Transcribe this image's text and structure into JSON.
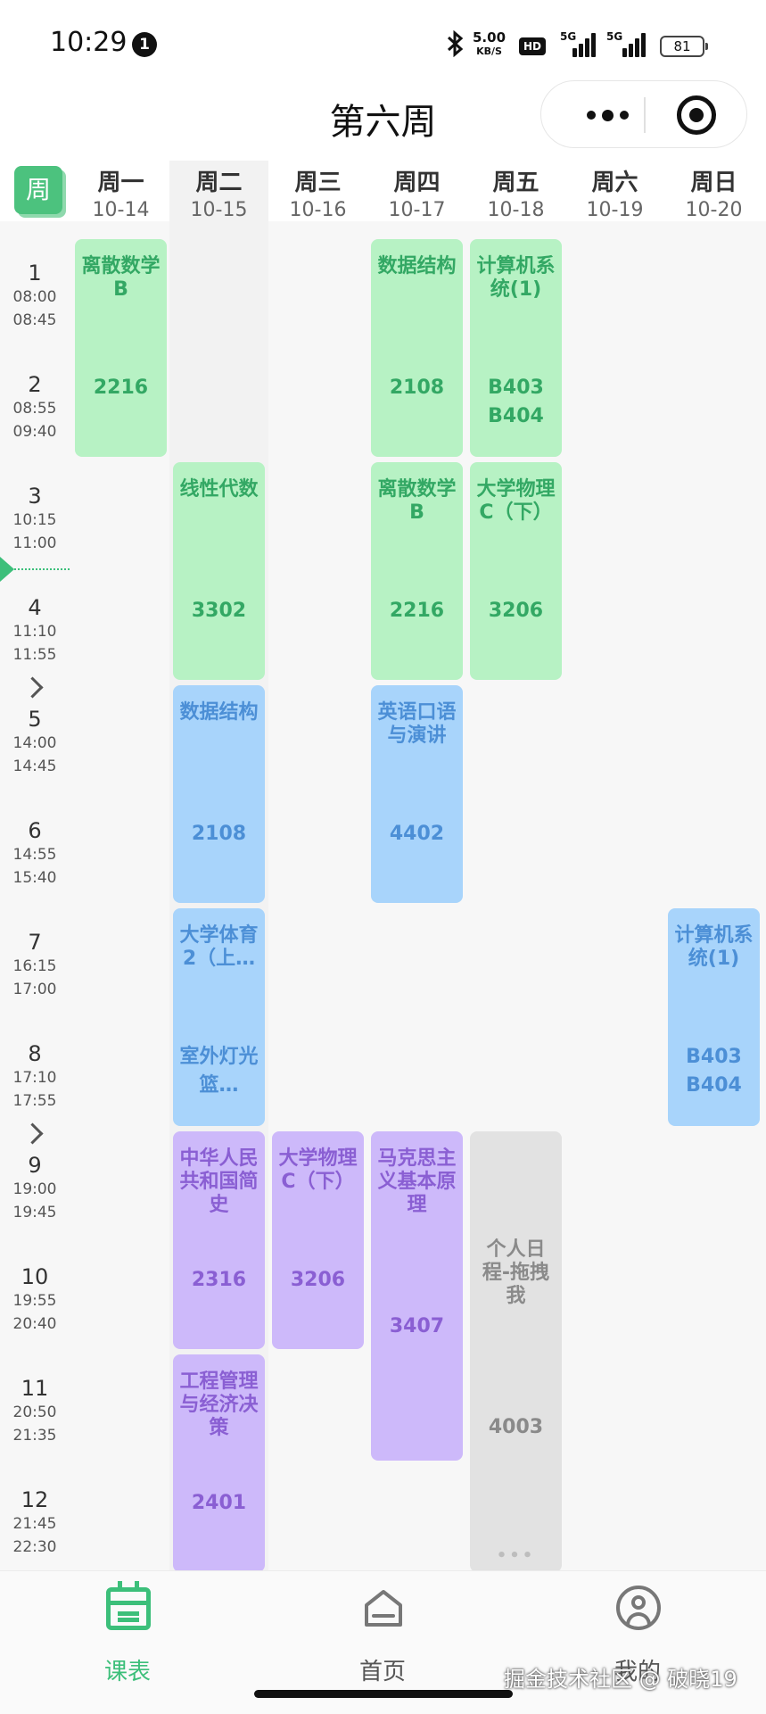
{
  "status_bar": {
    "time": "10:29",
    "notification_count": "1",
    "net_speed_value": "5.00",
    "net_speed_unit": "KB/S",
    "hd_label": "HD",
    "signal_label_1": "5G",
    "signal_label_2": "5G",
    "battery": "81"
  },
  "header": {
    "title": "第六周"
  },
  "week_button": "周",
  "days": [
    {
      "day": "周一",
      "date": "10-14"
    },
    {
      "day": "周二",
      "date": "10-15"
    },
    {
      "day": "周三",
      "date": "10-16"
    },
    {
      "day": "周四",
      "date": "10-17"
    },
    {
      "day": "周五",
      "date": "10-18"
    },
    {
      "day": "周六",
      "date": "10-19"
    },
    {
      "day": "周日",
      "date": "10-20"
    }
  ],
  "periods": [
    {
      "n": "1",
      "start": "08:00",
      "end": "08:45"
    },
    {
      "n": "2",
      "start": "08:55",
      "end": "09:40"
    },
    {
      "n": "3",
      "start": "10:15",
      "end": "11:00"
    },
    {
      "n": "4",
      "start": "11:10",
      "end": "11:55"
    },
    {
      "n": "5",
      "start": "14:00",
      "end": "14:45"
    },
    {
      "n": "6",
      "start": "14:55",
      "end": "15:40"
    },
    {
      "n": "7",
      "start": "16:15",
      "end": "17:00"
    },
    {
      "n": "8",
      "start": "17:10",
      "end": "17:55"
    },
    {
      "n": "9",
      "start": "19:00",
      "end": "19:45"
    },
    {
      "n": "10",
      "start": "19:55",
      "end": "20:40"
    },
    {
      "n": "11",
      "start": "20:50",
      "end": "21:35"
    },
    {
      "n": "12",
      "start": "21:45",
      "end": "22:30"
    }
  ],
  "courses": [
    {
      "day": 1,
      "start": 1,
      "span": 2,
      "color": "green",
      "name": "离散数学B",
      "room": "2216"
    },
    {
      "day": 4,
      "start": 1,
      "span": 2,
      "color": "green",
      "name": "数据结构",
      "room": "2108"
    },
    {
      "day": 5,
      "start": 1,
      "span": 2,
      "color": "green",
      "name": "计算机系统(1)",
      "room": "B403 B404"
    },
    {
      "day": 2,
      "start": 3,
      "span": 2,
      "color": "green",
      "name": "线性代数",
      "room": "3302"
    },
    {
      "day": 4,
      "start": 3,
      "span": 2,
      "color": "green",
      "name": "离散数学B",
      "room": "2216"
    },
    {
      "day": 5,
      "start": 3,
      "span": 2,
      "color": "green",
      "name": "大学物理C（下）",
      "room": "3206"
    },
    {
      "day": 2,
      "start": 5,
      "span": 2,
      "color": "blue",
      "name": "数据结构",
      "room": "2108"
    },
    {
      "day": 4,
      "start": 5,
      "span": 2,
      "color": "blue",
      "name": "英语口语与演讲",
      "room": "4402"
    },
    {
      "day": 2,
      "start": 7,
      "span": 2,
      "color": "blue",
      "name": "大学体育2（上…",
      "room": "室外灯光篮…"
    },
    {
      "day": 7,
      "start": 7,
      "span": 2,
      "color": "blue",
      "name": "计算机系统(1)",
      "room": "B403 B404"
    },
    {
      "day": 2,
      "start": 9,
      "span": 2,
      "color": "purple",
      "name": "中华人民共和国简史",
      "room": "2316"
    },
    {
      "day": 3,
      "start": 9,
      "span": 2,
      "color": "purple",
      "name": "大学物理C（下）",
      "room": "3206"
    },
    {
      "day": 4,
      "start": 9,
      "span": 3,
      "color": "purple",
      "name": "马克思主义基本原理",
      "room": "3407"
    },
    {
      "day": 5,
      "start": 9,
      "span": 4,
      "color": "gray",
      "name": "个人日程-拖拽我",
      "room": "4003",
      "more": "•••"
    },
    {
      "day": 2,
      "start": 11,
      "span": 2,
      "color": "purple",
      "name": "工程管理与经济决策",
      "room": "2401"
    }
  ],
  "tabbar": {
    "schedule": "课表",
    "home": "首页",
    "mine": "我的"
  },
  "watermark": "掘金技术社区 @ 破晓19",
  "colors": {
    "accent": "#3cbf7a",
    "morning": "#b7f2c4",
    "afternoon": "#a8d4fb",
    "evening": "#cdb9fa",
    "personal": "#e2e2e2"
  }
}
